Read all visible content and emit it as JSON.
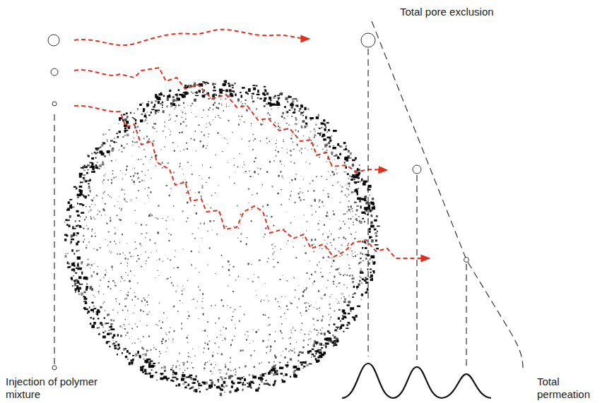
{
  "diagram": {
    "labels": [
      "Total pore exclusion",
      "Injection of polymer mixture",
      "Total permeation"
    ]
  }
}
